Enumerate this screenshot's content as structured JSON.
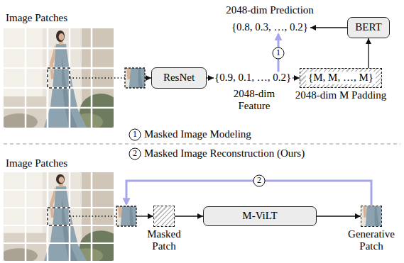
{
  "diagram": {
    "nodes": [
      {
        "text": [
          "BERT"
        ]
      },
      {
        "text": [
          "ResNet"
        ]
      },
      {
        "text": [
          "{M, M, …, M}",
          "2048-dim M Padding"
        ]
      },
      {
        "text": [
          "Masked Patch"
        ]
      },
      {
        "text": [
          "M-ViLT"
        ]
      },
      {
        "text": [
          "Generative Patch"
        ]
      }
    ],
    "edges": [
      {
        "from": 2,
        "to": 0,
        "arrow": "to"
      },
      {
        "from": 3,
        "to": 4,
        "arrow": "to"
      },
      {
        "from": 4,
        "to": 5,
        "arrow": "to"
      }
    ],
    "labels": [
      "Image Patches",
      "2048-dim Prediction",
      "{0.8, 0.3, …, 0.2}",
      "1",
      "{0.9, 0.1, …, 0.2}",
      "2048-dim Feature",
      "1",
      "Masked Image Modeling",
      "2",
      "Masked Image Reconstruction (Ours)",
      "Image Patches",
      "2"
    ]
  }
}
